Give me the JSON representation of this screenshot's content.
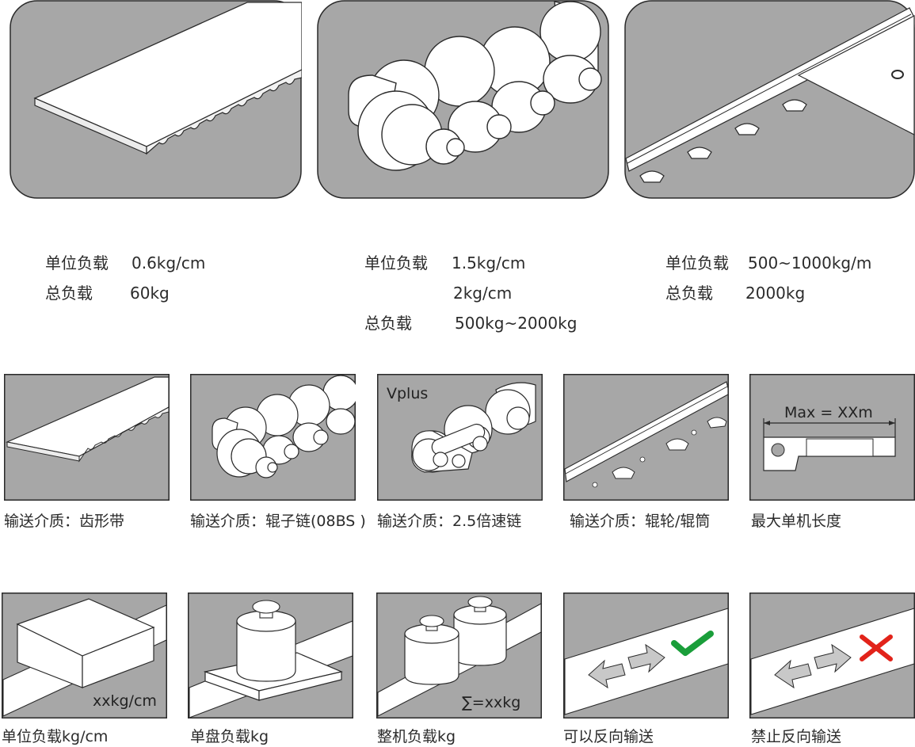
{
  "colors": {
    "panel_bg": "#a7a7a7",
    "check": "#1a9e3a",
    "cross": "#e2231a",
    "outline": "#2a2a2a"
  },
  "specs": [
    {
      "load_label": "单位负载",
      "load_value": "0.6kg/cm",
      "total_label": "总负载",
      "total_value": "60kg"
    },
    {
      "load_label": "单位负载",
      "load_value": "1.5kg/cm",
      "load_value_2": "2kg/cm",
      "total_label": "总负载",
      "total_value": "500kg~2000kg"
    },
    {
      "load_label": "单位负载",
      "load_value": "500~1000kg/m",
      "total_label": "总负载",
      "total_value": "2000kg"
    }
  ],
  "row1": [
    {
      "icon": "toothed-belt-icon",
      "caption": "输送介质：齿形带"
    },
    {
      "icon": "roller-chain-icon",
      "caption": "输送介质：辊子链(08BS )"
    },
    {
      "icon": "speed-chain-icon",
      "overlay": "Vplus",
      "caption": "输送介质：2.5倍速链"
    },
    {
      "icon": "roller-conveyor-icon",
      "caption": "输送介质：辊轮/辊筒"
    },
    {
      "icon": "max-length-icon",
      "overlay": "Max = XXm",
      "caption": "最大单机长度"
    }
  ],
  "row2": [
    {
      "icon": "box-on-belt-icon",
      "overlay": "xxkg/cm",
      "caption": "单位负载kg/cm"
    },
    {
      "icon": "weight-on-pallet-icon",
      "caption": "单盘负载kg"
    },
    {
      "icon": "two-weights-icon",
      "overlay": "∑=xxkg",
      "caption": "整机负载kg"
    },
    {
      "icon": "reversible-check-icon",
      "caption": "可以反向输送"
    },
    {
      "icon": "non-reversible-cross-icon",
      "caption": "禁止反向输送"
    }
  ]
}
